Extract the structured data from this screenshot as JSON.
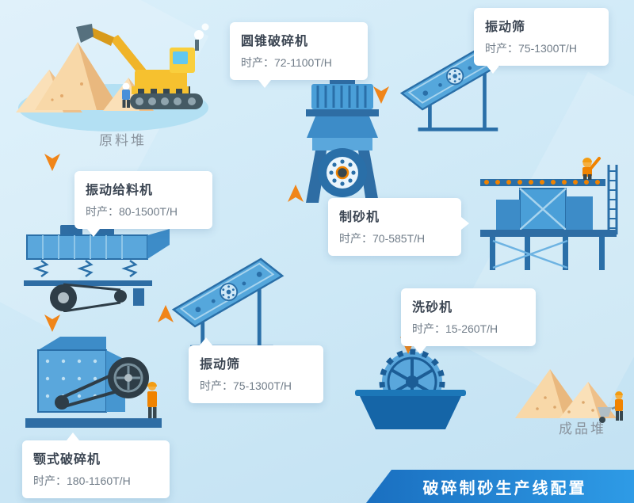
{
  "title_banner": {
    "label": "破碎制砂生产线配置",
    "bg": "#1e7fd0",
    "text_color": "#ffffff"
  },
  "piles": {
    "raw": {
      "label": "原料堆"
    },
    "finished": {
      "label": "成品堆"
    }
  },
  "callouts": [
    {
      "id": "cone-crusher",
      "name": "圆锥破碎机",
      "capacity": "时产：72-1100T/H"
    },
    {
      "id": "vibrating-screen-top",
      "name": "振动筛",
      "capacity": "时产：75-1300T/H"
    },
    {
      "id": "vibrating-feeder",
      "name": "振动给料机",
      "capacity": "时产：80-1500T/H"
    },
    {
      "id": "sand-maker",
      "name": "制砂机",
      "capacity": "时产：70-585T/H"
    },
    {
      "id": "vibrating-screen-mid",
      "name": "振动筛",
      "capacity": "时产：75-1300T/H"
    },
    {
      "id": "sand-washer",
      "name": "洗砂机",
      "capacity": "时产：15-260T/H"
    },
    {
      "id": "jaw-crusher",
      "name": "颚式破碎机",
      "capacity": "时产：180-1160T/H"
    }
  ],
  "colors": {
    "background": "#cfe9f6",
    "accent_orange": "#f08519",
    "machine_blue": "#5aa7dc",
    "machine_blue_dark": "#2a6fa8",
    "banner_blue": "#1e7fd0",
    "sand": "#f8d8a8"
  }
}
